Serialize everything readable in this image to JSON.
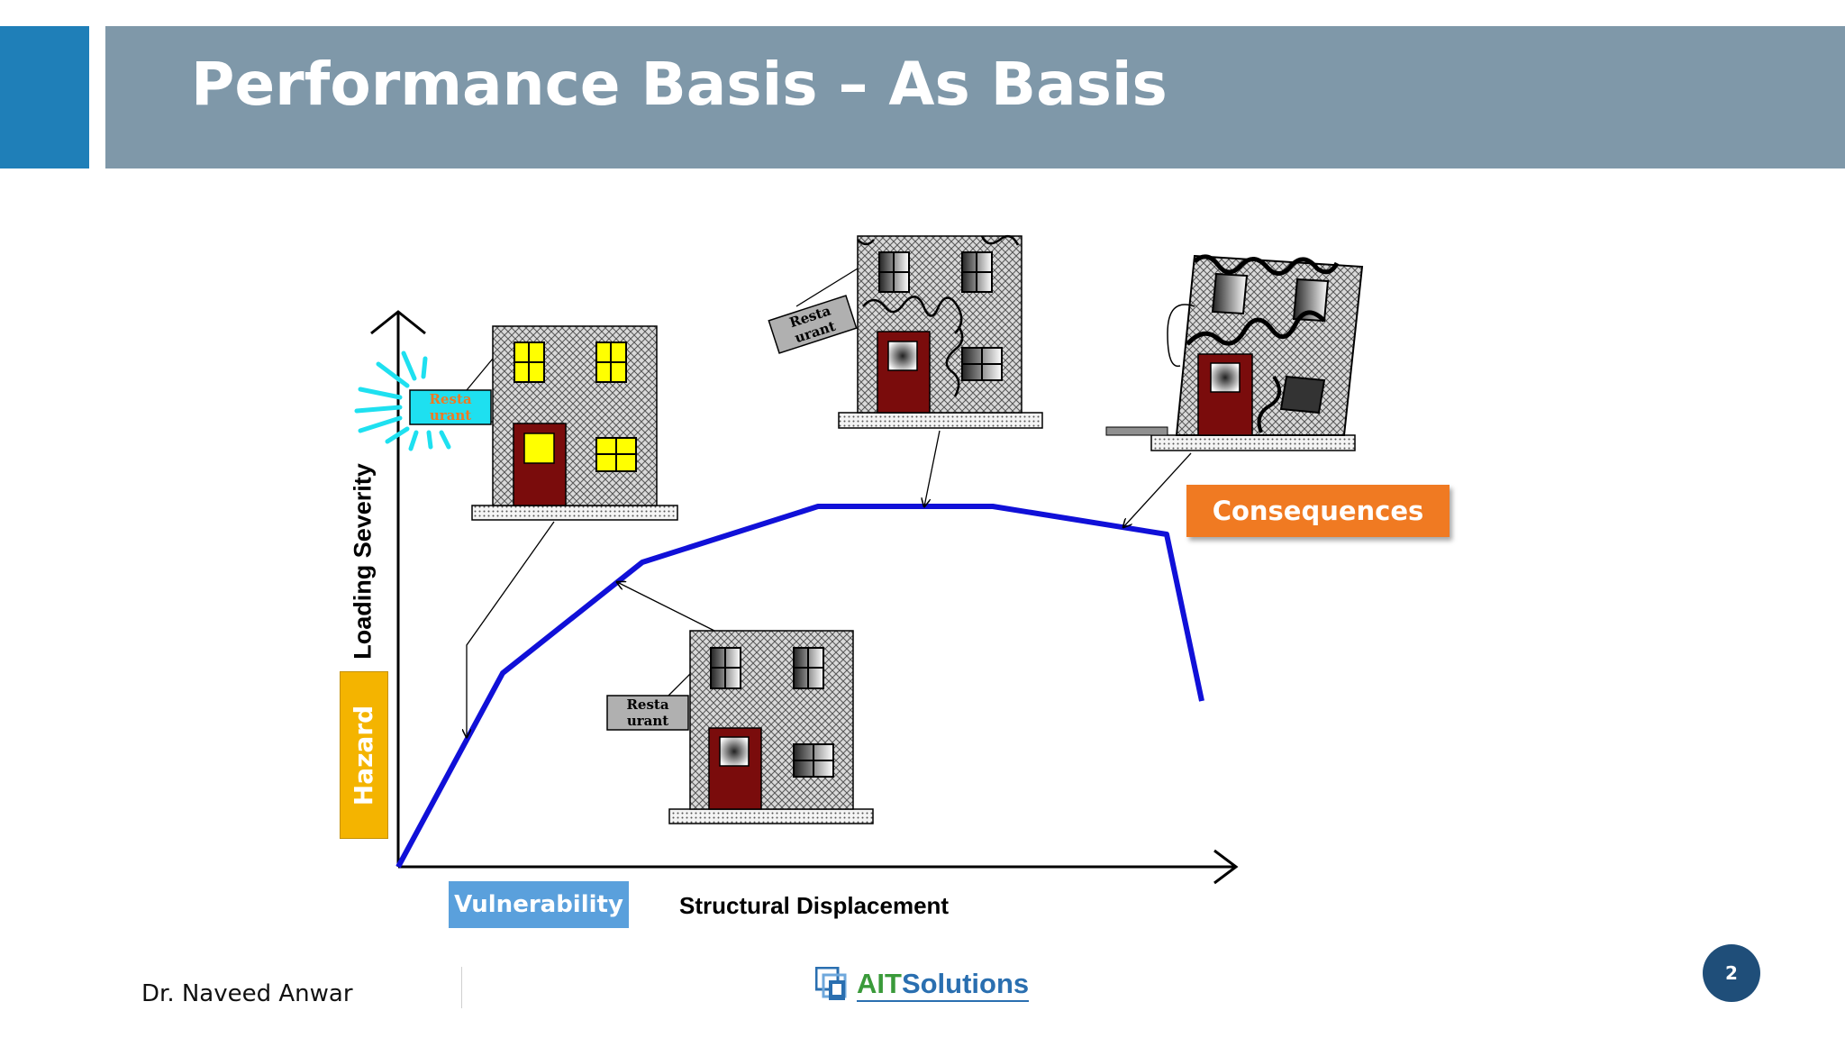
{
  "slide": {
    "title": "Performance Basis – As Basis",
    "author": "Dr. Naveed Anwar",
    "page_number": "2"
  },
  "diagram": {
    "y_axis_label": "Loading Severity",
    "x_axis_label": "Structural Displacement",
    "labels": {
      "hazard": "Hazard",
      "vulnerability": "Vulnerability",
      "consequences": "Consequences"
    },
    "sign_text_line1": "Resta",
    "sign_text_line2": "urant"
  },
  "logo": {
    "text_part1": "AIT",
    "text_part2": "Solutions"
  },
  "colors": {
    "accent_block": "#1f7fb8",
    "title_bar": "#7f98a9",
    "curve": "#1010d8",
    "hazard": "#f4b400",
    "vulnerability": "#5aa0dc",
    "consequences": "#f07a22",
    "door": "#7a0c0c",
    "page_badge": "#1f4e79"
  }
}
